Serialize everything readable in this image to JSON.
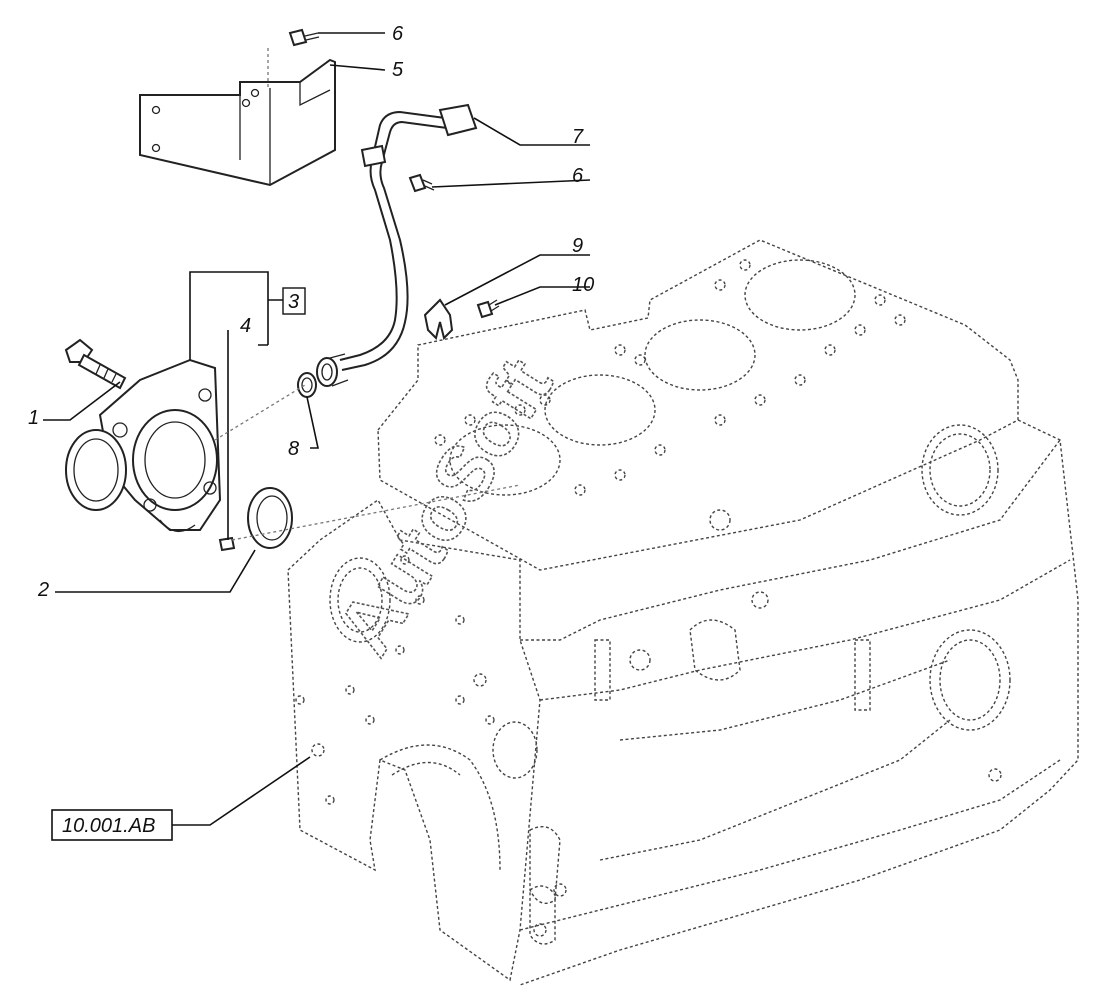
{
  "callouts": {
    "c1": "1",
    "c2": "2",
    "c3": "3",
    "c4": "4",
    "c5": "5",
    "c6a": "6",
    "c6b": "6",
    "c7": "7",
    "c8": "8",
    "c9": "9",
    "c10": "10"
  },
  "reference": "10.001.AB",
  "watermark": "AutoSoft"
}
